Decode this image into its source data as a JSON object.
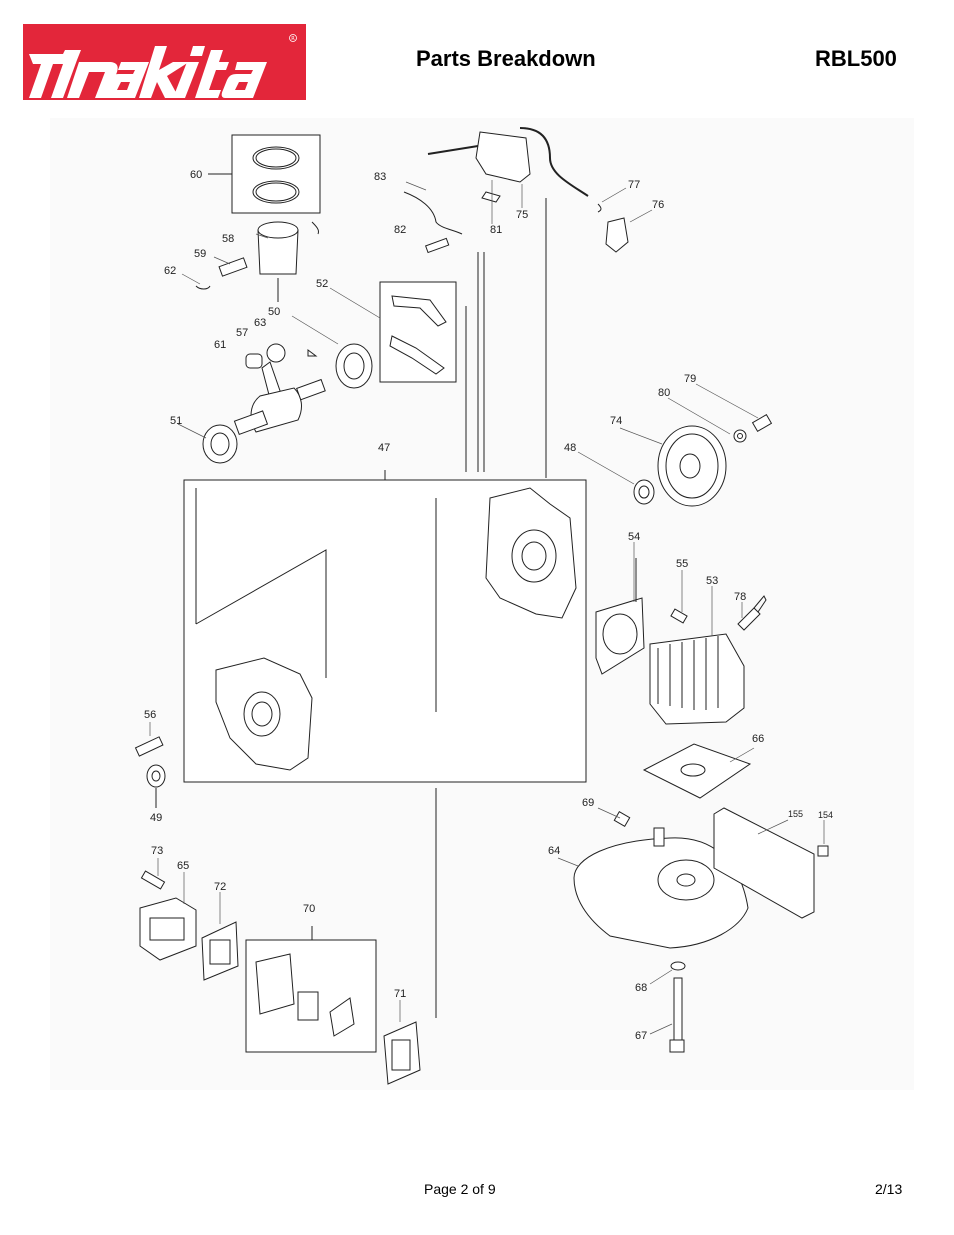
{
  "header": {
    "brand": "makita",
    "title": "Parts Breakdown",
    "model": "RBL500"
  },
  "colors": {
    "brand_red": "#e3263a",
    "line": "#222222",
    "diagram_bg": "#fafafa"
  },
  "diagram": {
    "callouts": [
      "60",
      "58",
      "59",
      "62",
      "83",
      "82",
      "81",
      "75",
      "77",
      "76",
      "52",
      "50",
      "63",
      "57",
      "61",
      "51",
      "47",
      "48",
      "74",
      "80",
      "79",
      "54",
      "55",
      "53",
      "78",
      "66",
      "56",
      "49",
      "69",
      "64",
      "155",
      "154",
      "73",
      "65",
      "72",
      "70",
      "71",
      "68",
      "67"
    ]
  },
  "footer": {
    "page": "Page 2 of 9",
    "date": "2/13"
  }
}
